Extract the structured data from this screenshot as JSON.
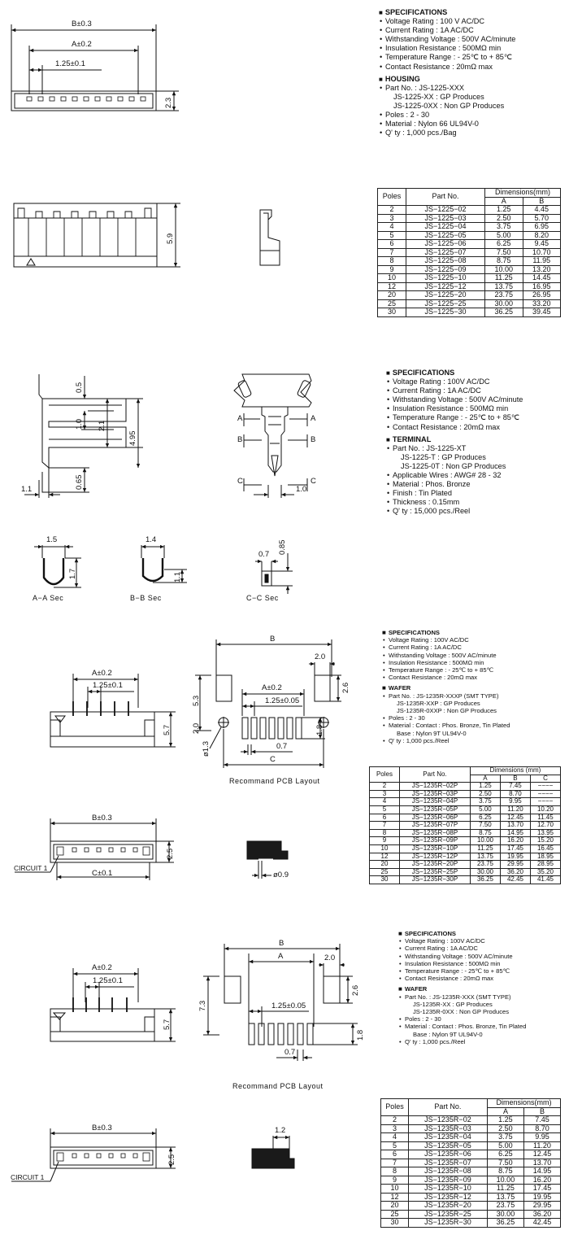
{
  "housing_1225": {
    "dims": {
      "b": "B±0.3",
      "a": "A±0.2",
      "pitch": "1.25±0.1",
      "height": "2.3",
      "side_height": "5.9"
    },
    "spec_title": "SPECIFICATIONS",
    "spec_items": [
      "Voltage Rating : 100 V AC/DC",
      "Current Rating : 1A AC/DC",
      "Withstanding Voltage : 500V AC/minute",
      "Insulation Resistance : 500MΩ min",
      "Temperature Range : - 25℃ to + 85℃",
      "Contact Resistance : 20mΩ max"
    ],
    "part_title": "HOUSING",
    "part_items": [
      {
        "text": "Part No. : JS-1225-XXX",
        "bullet": true
      },
      {
        "text": "JS-1225-XX : GP Produces",
        "bullet": false
      },
      {
        "text": "JS-1225-0XX : Non GP Produces",
        "bullet": false
      },
      {
        "text": "Poles : 2 - 30",
        "bullet": true
      },
      {
        "text": "Material : Nylon 66 UL94V-0",
        "bullet": true
      },
      {
        "text": "Q' ty : 1,000  pcs./Bag",
        "bullet": true
      }
    ],
    "table": {
      "header": {
        "poles": "Poles",
        "part": "Part No.",
        "dimensions": "Dimensions(mm)",
        "a": "A",
        "b": "B"
      },
      "rows": [
        [
          "2",
          "JS−1225−02",
          "1.25",
          "4.45"
        ],
        [
          "3",
          "JS−1225−03",
          "2.50",
          "5.70"
        ],
        [
          "4",
          "JS−1225−04",
          "3.75",
          "6.95"
        ],
        [
          "5",
          "JS−1225−05",
          "5.00",
          "8.20"
        ],
        [
          "6",
          "JS−1225−06",
          "6.25",
          "9.45"
        ],
        [
          "7",
          "JS−1225−07",
          "7.50",
          "10.70"
        ],
        [
          "8",
          "JS−1225−08",
          "8.75",
          "11.95"
        ],
        [
          "9",
          "JS−1225−09",
          "10.00",
          "13.20"
        ],
        [
          "10",
          "JS−1225−10",
          "11.25",
          "14.45"
        ],
        [
          "12",
          "JS−1225−12",
          "13.75",
          "16.95"
        ],
        [
          "20",
          "JS−1225−20",
          "23.75",
          "26.95"
        ],
        [
          "25",
          "JS−1225−25",
          "30.00",
          "33.20"
        ],
        [
          "30",
          "JS−1225−30",
          "36.25",
          "39.45"
        ]
      ]
    }
  },
  "terminal_1225": {
    "dims": {
      "d05": "0.5",
      "d21": "2.1",
      "d10": "1.0",
      "d495": "4.95",
      "d065": "0.65",
      "d11": "1.1",
      "d10b": "1.0",
      "a": "A",
      "b": "B",
      "c": "C",
      "aa_w": "1.5",
      "aa_h": "1.7",
      "bb_w": "1.4",
      "bb_h": "1.1",
      "cc_w": "0.7",
      "cc_h": "0.85"
    },
    "sections": {
      "aa": "A−A  Sec",
      "bb": "B−B  Sec",
      "cc": "C−C  Sec"
    },
    "spec_title": "SPECIFICATIONS",
    "spec_items": [
      "Voltage Rating : 100V AC/DC",
      "Current Rating : 1A AC/DC",
      "Withstanding Voltage : 500V AC/minute",
      "Insulation Resistance : 500MΩ min",
      "Temperature Range : - 25℃ to + 85℃",
      "Contact Resistance : 20mΩ max"
    ],
    "part_title": "TERMINAL",
    "part_items": [
      {
        "text": "Part No. : JS-1225-XT",
        "bullet": true
      },
      {
        "text": "JS-1225-T : GP Produces",
        "bullet": false
      },
      {
        "text": "JS-1225-0T : Non GP Produces",
        "bullet": false
      },
      {
        "text": "Applicable Wires : AWG# 28 - 32",
        "bullet": true
      },
      {
        "text": "Material : Phos. Bronze",
        "bullet": true
      },
      {
        "text": "Finish : Tin Plated",
        "bullet": true
      },
      {
        "text": "Thickness : 0.15mm",
        "bullet": true
      },
      {
        "text": "Q' ty : 15,000  pcs./Reel",
        "bullet": true
      }
    ]
  },
  "wafer_smt": {
    "dims": {
      "a": "A±0.2",
      "pitch": "1.25±0.1",
      "height": "5.7",
      "b": "B",
      "pad_w": "2.0",
      "pad_h": "2.6",
      "h53": "5.3",
      "pcb_a": "A±0.2",
      "pcb_pitch": "1.25±0.05",
      "d20": "2.0",
      "d07": "0.7",
      "d18": "1.8",
      "hole": "ø1.3",
      "c": "C",
      "bot_b": "B±0.3",
      "bot_c": "C±0.1",
      "bot_h": "2.5",
      "circuit": "CIRCUIT  1",
      "side": "ø0.9"
    },
    "pcb_caption": "Recommand  PCB  Layout",
    "spec_title": "SPECIFICATIONS",
    "spec_items": [
      "Voltage Rating : 100V AC/DC",
      "Current Rating : 1A  AC/DC",
      "Withstanding Voltage : 500V AC/minute",
      "Insulation Resistance : 500MΩ  min",
      "Temperature Range : - 25℃ to + 85℃",
      "Contact Resistance : 20mΩ  max"
    ],
    "part_title": "WAFER",
    "part_items": [
      {
        "text": "Part No. : JS-1235R-XXXP (SMT TYPE)",
        "bullet": true
      },
      {
        "text": "JS-1235R-XXP : GP Produces",
        "bullet": false
      },
      {
        "text": "JS-1235R-0XXP : Non GP Produces",
        "bullet": false
      },
      {
        "text": "Poles : 2 - 30",
        "bullet": true
      },
      {
        "text": "Material : Contact : Phos. Bronze, Tin Plated",
        "bullet": true
      },
      {
        "text": "Base : Nylon 9T UL94V-0",
        "bullet": false
      },
      {
        "text": "Q' ty : 1,000 pcs./Reel",
        "bullet": true
      }
    ],
    "table": {
      "header": {
        "poles": "Poles",
        "part": "Part No.",
        "dimensions": "Dimensions  (mm)",
        "a": "A",
        "b": "B",
        "c": "C"
      },
      "rows": [
        [
          "2",
          "JS−1235R−02P",
          "1.25",
          "7.45",
          "−−−−"
        ],
        [
          "3",
          "JS−1235R−03P",
          "2.50",
          "8.70",
          "−−−−"
        ],
        [
          "4",
          "JS−1235R−04P",
          "3.75",
          "9.95",
          "−−−−"
        ],
        [
          "5",
          "JS−1235R−05P",
          "5.00",
          "11.20",
          "10.20"
        ],
        [
          "6",
          "JS−1235R−06P",
          "6.25",
          "12.45",
          "11.45"
        ],
        [
          "7",
          "JS−1235R−07P",
          "7.50",
          "13.70",
          "12.70"
        ],
        [
          "8",
          "JS−1235R−08P",
          "8.75",
          "14.95",
          "13.95"
        ],
        [
          "9",
          "JS−1235R−09P",
          "10.00",
          "16.20",
          "15.20"
        ],
        [
          "10",
          "JS−1235R−10P",
          "11.25",
          "17.45",
          "16.45"
        ],
        [
          "12",
          "JS−1235R−12P",
          "13.75",
          "19.95",
          "18.95"
        ],
        [
          "20",
          "JS−1235R−20P",
          "23.75",
          "29.95",
          "28.95"
        ],
        [
          "25",
          "JS−1235R−25P",
          "30.00",
          "36.20",
          "35.20"
        ],
        [
          "30",
          "JS−1235R−30P",
          "36.25",
          "42.45",
          "41.45"
        ]
      ]
    }
  },
  "wafer_std": {
    "dims": {
      "a": "A±0.2",
      "pitch": "1.25±0.1",
      "height": "5.7",
      "b": "B",
      "pad_w": "2.0",
      "pad_h": "2.6",
      "h73": "7.3",
      "pcb_a": "A",
      "pcb_pitch": "1.25±0.05",
      "d07": "0.7",
      "d18": "1.8",
      "bot_b": "B±0.3",
      "bot_h": "2.5",
      "circuit": "CIRCUIT  1",
      "side_w": "1.2"
    },
    "pcb_caption": "Recommand  PCB  Layout",
    "spec_title": "SPECIFICATIONS",
    "spec_items": [
      "Voltage Rating : 100V AC/DC",
      "Current Rating : 1A  AC/DC",
      "Withstanding Voltage : 500V AC/minute",
      "Insulation Resistance : 500MΩ min",
      "Temperature Range : - 25℃ to + 85℃",
      "Contact Resistance : 20mΩ  max"
    ],
    "part_title": "WAFER",
    "part_items": [
      {
        "text": "Part No. : JS-1235R-XXX (SMT TYPE)",
        "bullet": true
      },
      {
        "text": "JS-1235R-XX : GP Produces",
        "bullet": false
      },
      {
        "text": "JS-1235R-0XX : Non GP Produces",
        "bullet": false
      },
      {
        "text": "Poles : 2 - 30",
        "bullet": true
      },
      {
        "text": "Material : Contact : Phos. Bronze, Tin Plated",
        "bullet": true
      },
      {
        "text": "Base : Nylon 9T UL94V-0",
        "bullet": false
      },
      {
        "text": "Q' ty : 1,000 pcs./Reel",
        "bullet": true
      }
    ],
    "table": {
      "header": {
        "poles": "Poles",
        "part": "Part No.",
        "dimensions": "Dimensions(mm)",
        "a": "A",
        "b": "B"
      },
      "rows": [
        [
          "2",
          "JS−1235R−02",
          "1.25",
          "7.45"
        ],
        [
          "3",
          "JS−1235R−03",
          "2.50",
          "8.70"
        ],
        [
          "4",
          "JS−1235R−04",
          "3.75",
          "9.95"
        ],
        [
          "5",
          "JS−1235R−05",
          "5.00",
          "11.20"
        ],
        [
          "6",
          "JS−1235R−06",
          "6.25",
          "12.45"
        ],
        [
          "7",
          "JS−1235R−07",
          "7.50",
          "13.70"
        ],
        [
          "8",
          "JS−1235R−08",
          "8.75",
          "14.95"
        ],
        [
          "9",
          "JS−1235R−09",
          "10.00",
          "16.20"
        ],
        [
          "10",
          "JS−1235R−10",
          "11.25",
          "17.45"
        ],
        [
          "12",
          "JS−1235R−12",
          "13.75",
          "19.95"
        ],
        [
          "20",
          "JS−1235R−20",
          "23.75",
          "29.95"
        ],
        [
          "25",
          "JS−1235R−25",
          "30.00",
          "36.20"
        ],
        [
          "30",
          "JS−1235R−30",
          "36.25",
          "42.45"
        ]
      ]
    }
  }
}
